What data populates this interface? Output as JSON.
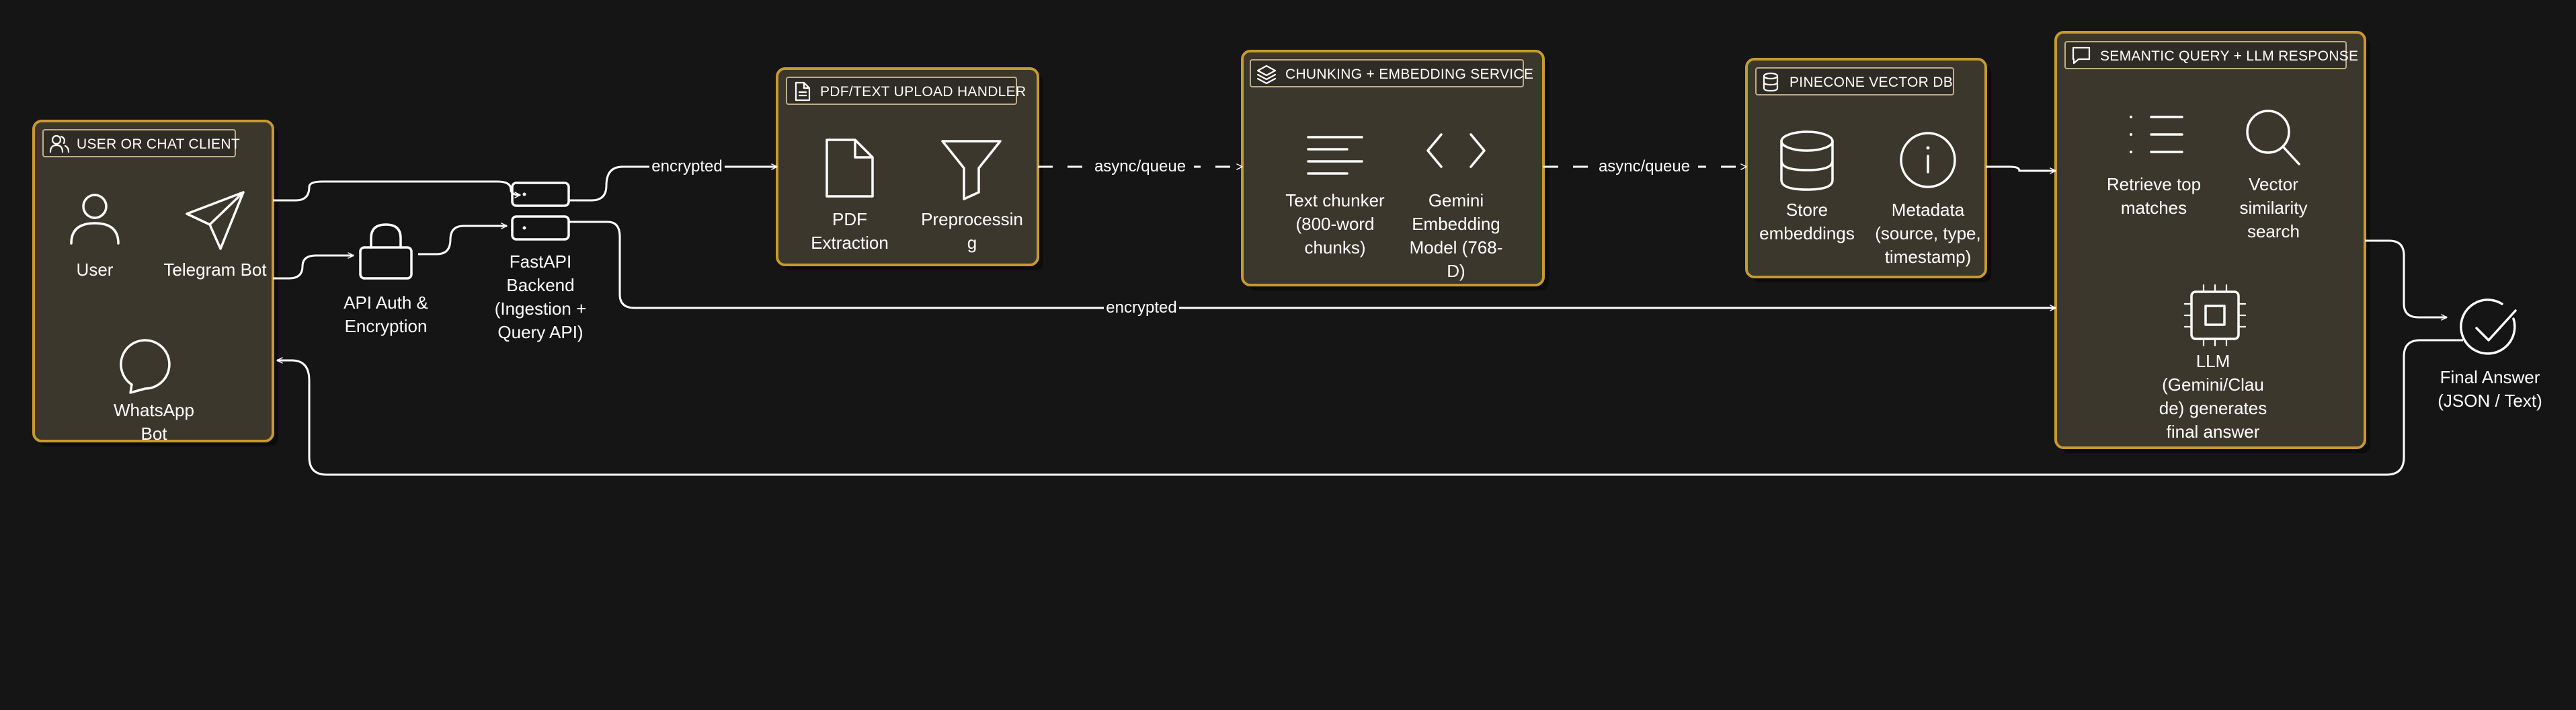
{
  "groups": {
    "client": "USER OR CHAT CLIENT",
    "upload": "PDF/TEXT UPLOAD HANDLER",
    "chunking": "CHUNKING + EMBEDDING SERVICE",
    "pinecone": "PINECONE VECTOR DB",
    "semantic": "SEMANTIC QUERY + LLM RESPONSE"
  },
  "nodes": {
    "user": [
      "User"
    ],
    "telegram": [
      "Telegram Bot"
    ],
    "whatsapp": [
      "WhatsApp",
      "Bot"
    ],
    "auth": [
      "API Auth &",
      "Encryption"
    ],
    "fastapi": [
      "FastAPI",
      "Backend",
      "(Ingestion +",
      "Query API)"
    ],
    "pdf": [
      "PDF",
      "Extraction"
    ],
    "preprocess": [
      "Preprocessin",
      "g"
    ],
    "chunker": [
      "Text chunker",
      "(800-word",
      "chunks)"
    ],
    "gemini": [
      "Gemini",
      "Embedding",
      "Model (768-",
      "D)"
    ],
    "store": [
      "Store",
      "embeddings"
    ],
    "metadata": [
      "Metadata",
      "(source, type,",
      "timestamp)"
    ],
    "retrieve": [
      "Retrieve top",
      "matches"
    ],
    "vector": [
      "Vector",
      "similarity",
      "search"
    ],
    "llm": [
      "LLM",
      "(Gemini/Clau",
      "de) generates",
      "final answer"
    ],
    "final": [
      "Final Answer",
      "(JSON / Text)"
    ]
  },
  "edges": {
    "encrypted_1": "encrypted",
    "async_1": "async/queue",
    "async_2": "async/queue",
    "encrypted_2": "encrypted"
  },
  "icons": [
    "users-icon",
    "user-icon",
    "send-icon",
    "message-circle-icon",
    "lock-icon",
    "server-icon",
    "file-text-icon",
    "file-icon",
    "filter-icon",
    "layers-icon",
    "align-left-icon",
    "code-icon",
    "database-icon",
    "info-icon",
    "message-square-icon",
    "list-icon",
    "search-icon",
    "cpu-icon",
    "check-circle-icon"
  ],
  "colors": {
    "background": "#151515",
    "group_fill": "#3c372c",
    "group_border": "#c69a2f",
    "line": "#ffffff"
  }
}
